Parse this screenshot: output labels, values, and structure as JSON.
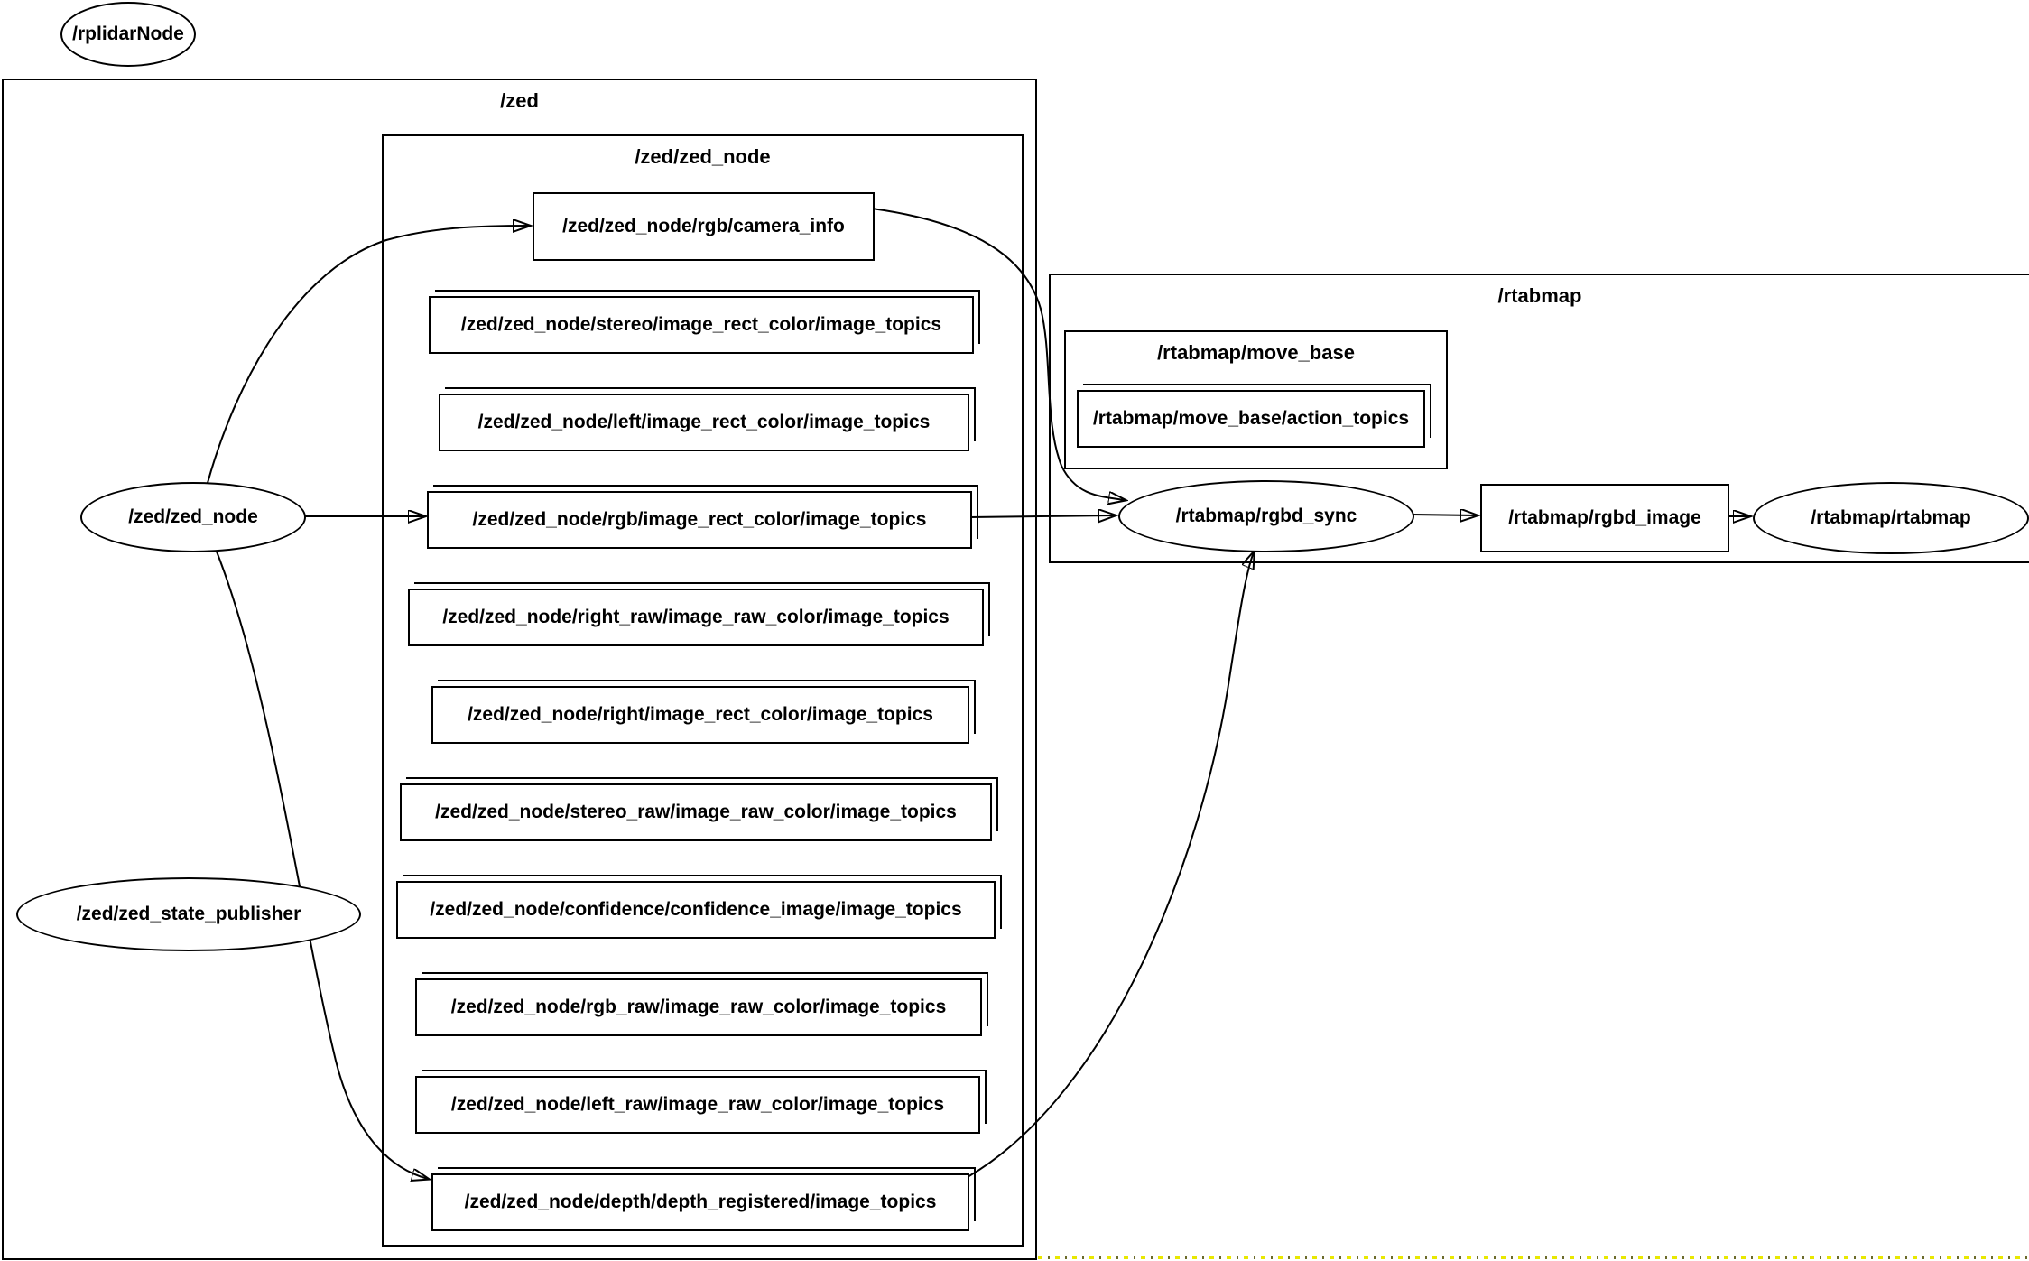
{
  "colors": {
    "background": "#ffffff",
    "line": "#000000",
    "crop_dash_yellow": "#e8e800",
    "crop_dash_dark": "#6b6b2a"
  },
  "clusters": {
    "zed": {
      "label": "/zed"
    },
    "zed_node": {
      "label": "/zed/zed_node"
    },
    "rtabmap": {
      "label": "/rtabmap"
    },
    "move_base": {
      "label": "/rtabmap/move_base"
    }
  },
  "nodes": {
    "rplidar": {
      "label": "/rplidarNode",
      "shape": "ellipse"
    },
    "zed_node": {
      "label": "/zed/zed_node",
      "shape": "ellipse"
    },
    "zed_state_publisher": {
      "label": "/zed/zed_state_publisher",
      "shape": "ellipse"
    },
    "rgbd_sync": {
      "label": "/rtabmap/rgbd_sync",
      "shape": "ellipse"
    },
    "rtabmap": {
      "label": "/rtabmap/rtabmap",
      "shape": "ellipse"
    }
  },
  "topics": {
    "camera_info": {
      "label": "/zed/zed_node/rgb/camera_info",
      "shape": "box"
    },
    "stereo": {
      "label": "/zed/zed_node/stereo/image_rect_color/image_topics",
      "shape": "box3d"
    },
    "left": {
      "label": "/zed/zed_node/left/image_rect_color/image_topics",
      "shape": "box3d"
    },
    "rgb": {
      "label": "/zed/zed_node/rgb/image_rect_color/image_topics",
      "shape": "box3d"
    },
    "right_raw": {
      "label": "/zed/zed_node/right_raw/image_raw_color/image_topics",
      "shape": "box3d"
    },
    "right": {
      "label": "/zed/zed_node/right/image_rect_color/image_topics",
      "shape": "box3d"
    },
    "stereo_raw": {
      "label": "/zed/zed_node/stereo_raw/image_raw_color/image_topics",
      "shape": "box3d"
    },
    "confidence": {
      "label": "/zed/zed_node/confidence/confidence_image/image_topics",
      "shape": "box3d"
    },
    "rgb_raw": {
      "label": "/zed/zed_node/rgb_raw/image_raw_color/image_topics",
      "shape": "box3d"
    },
    "left_raw": {
      "label": "/zed/zed_node/left_raw/image_raw_color/image_topics",
      "shape": "box3d"
    },
    "depth": {
      "label": "/zed/zed_node/depth/depth_registered/image_topics",
      "shape": "box3d"
    },
    "action_topics": {
      "label": "/rtabmap/move_base/action_topics",
      "shape": "box3d"
    },
    "rgbd_image": {
      "label": "/rtabmap/rgbd_image",
      "shape": "box"
    }
  },
  "edges": [
    {
      "from": "/zed/zed_node",
      "to": "/zed/zed_node/rgb/camera_info"
    },
    {
      "from": "/zed/zed_node",
      "to": "/zed/zed_node/rgb/image_rect_color/image_topics"
    },
    {
      "from": "/zed/zed_node",
      "to": "/zed/zed_node/depth/depth_registered/image_topics"
    },
    {
      "from": "/zed/zed_node/rgb/camera_info",
      "to": "/rtabmap/rgbd_sync"
    },
    {
      "from": "/zed/zed_node/rgb/image_rect_color/image_topics",
      "to": "/rtabmap/rgbd_sync"
    },
    {
      "from": "/zed/zed_node/depth/depth_registered/image_topics",
      "to": "/rtabmap/rgbd_sync"
    },
    {
      "from": "/rtabmap/rgbd_sync",
      "to": "/rtabmap/rgbd_image"
    },
    {
      "from": "/rtabmap/rgbd_image",
      "to": "/rtabmap/rtabmap"
    }
  ]
}
